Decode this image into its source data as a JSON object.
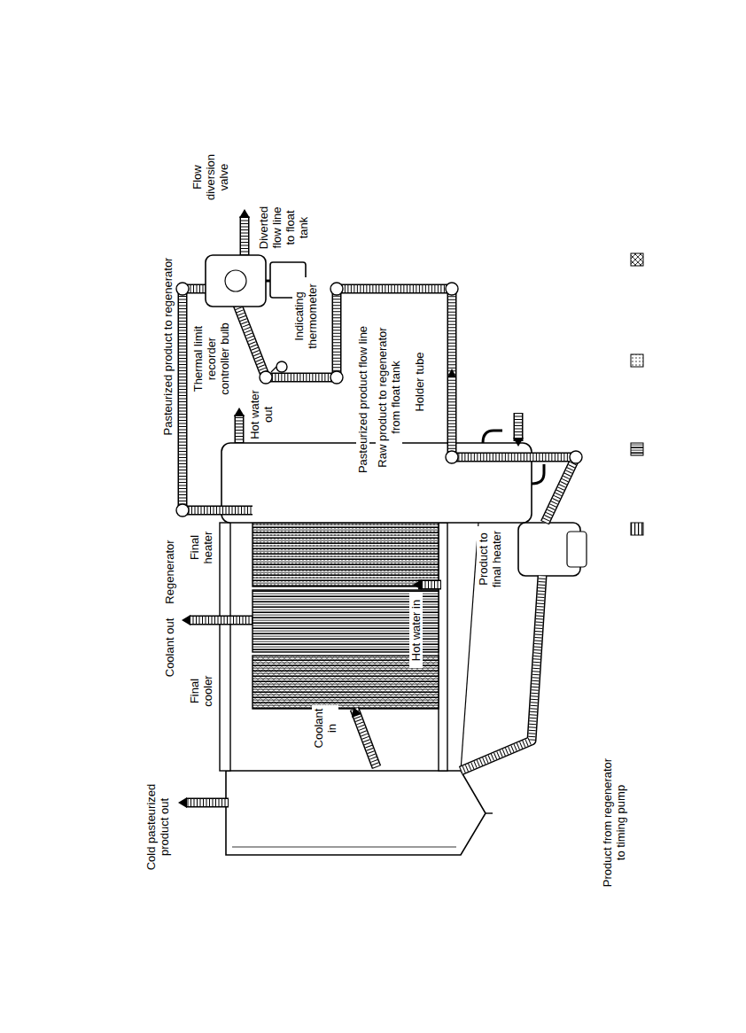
{
  "diagram": {
    "labels": [
      "Flow diversion valve",
      "Diverted flow line to float tank",
      "Pasteurized product to regenerator",
      "Indicating thermometer",
      "Thermal limit recorder controller bulb",
      "Hot water out",
      "Pasteurized product flow line",
      "Raw product to regenerator from float tank",
      "Holder tube",
      "Final heater",
      "Regenerator",
      "Coolant out",
      "Final cooler",
      "Cold pasteurized product out",
      "Coolant in",
      "Hot water in",
      "Product to final heater",
      "Product from regenerator to timing pump"
    ]
  }
}
